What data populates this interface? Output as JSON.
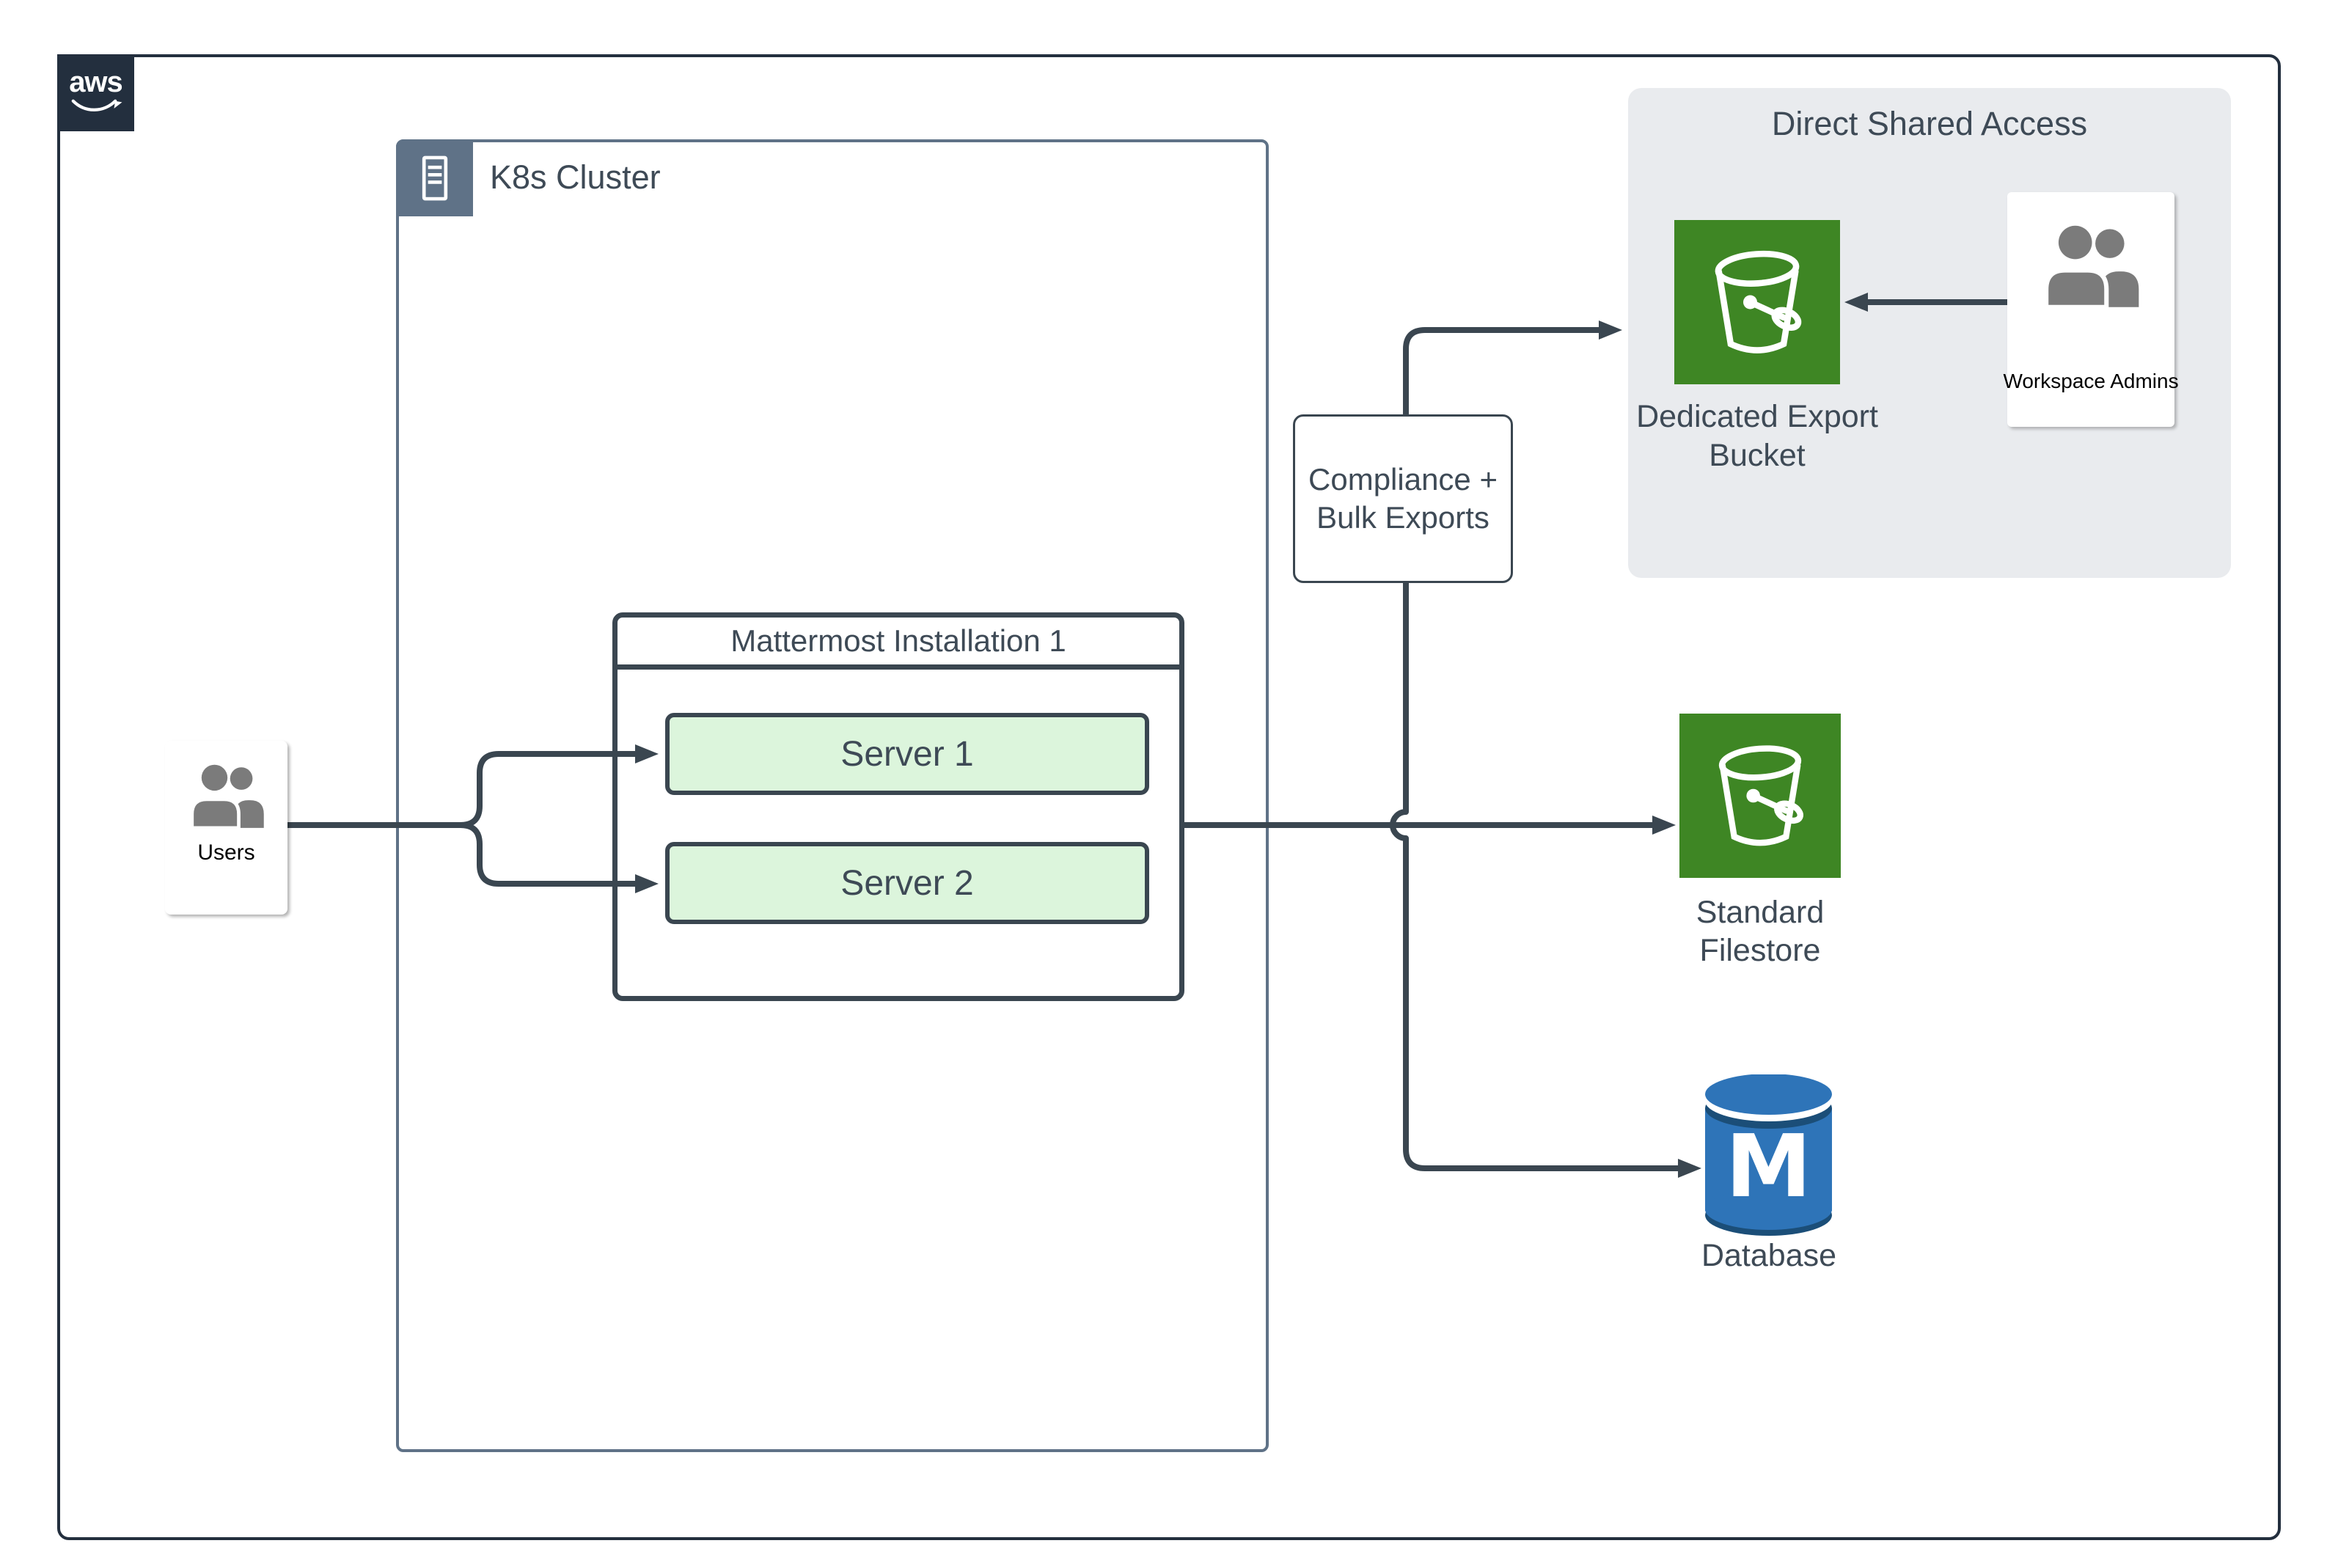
{
  "colors": {
    "navy": "#232f3e",
    "slate": "#5f7287",
    "line": "#3a4650",
    "text-dark": "#3e4a56",
    "green": "#3e8624",
    "server-fill": "#dcf5dc",
    "region-gray": "#e9ebee",
    "icon-gray": "#7b7b7b",
    "db-blue": "#2e74b8",
    "db-dark": "#1b4e78"
  },
  "aws": {
    "logo_text": "aws"
  },
  "k8s": {
    "label": "K8s Cluster"
  },
  "mattermost": {
    "title": "Mattermost Installation 1",
    "servers": [
      {
        "label": "Server 1"
      },
      {
        "label": "Server 2"
      }
    ]
  },
  "users": {
    "label": "Users"
  },
  "compliance": {
    "line1": "Compliance +",
    "line2": "Bulk Exports"
  },
  "direct_shared_access": {
    "title": "Direct Shared Access",
    "dedicated_bucket": {
      "line1": "Dedicated Export",
      "line2": "Bucket"
    },
    "workspace_admins": {
      "label": "Workspace Admins"
    }
  },
  "standard_filestore": {
    "line1": "Standard",
    "line2": "Filestore"
  },
  "database": {
    "label": "Database",
    "monogram": "M"
  }
}
